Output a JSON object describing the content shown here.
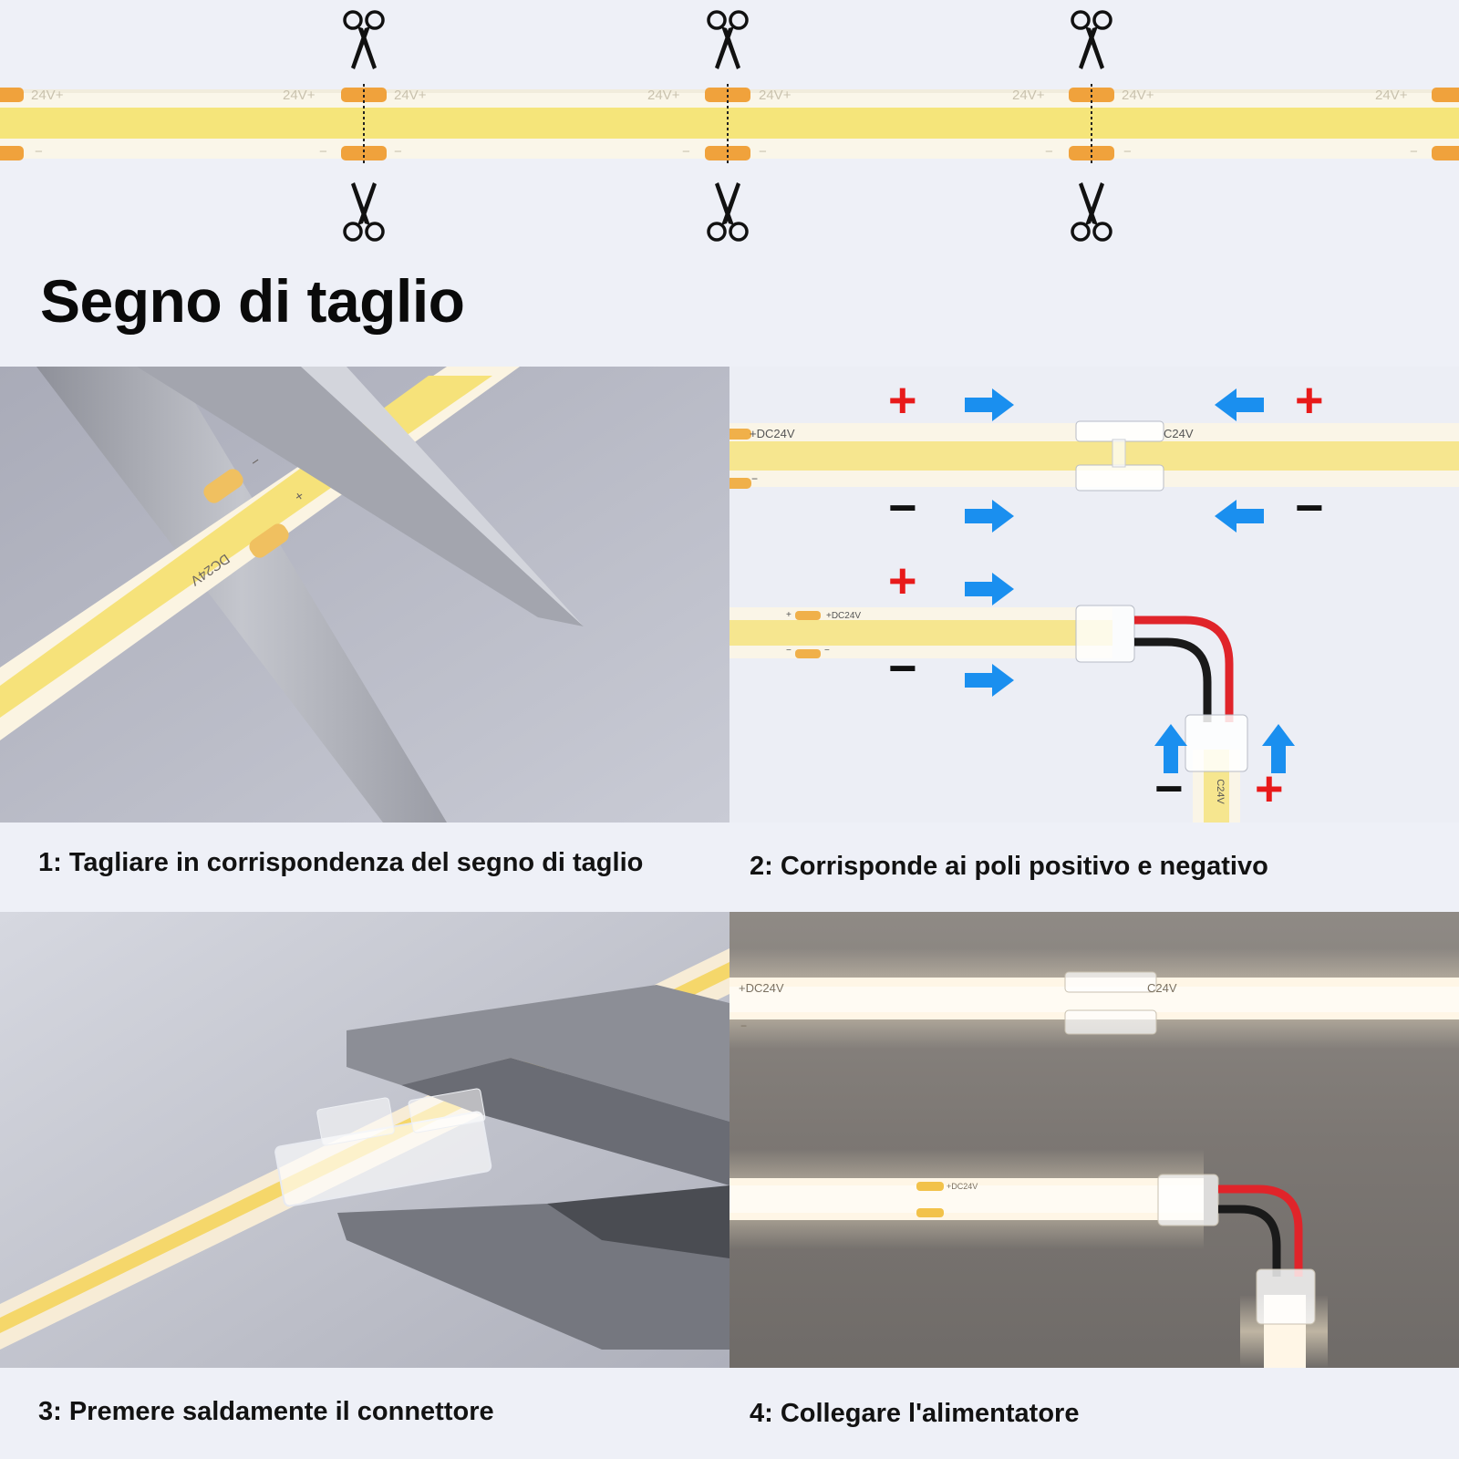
{
  "top_strip": {
    "positive_label": "24V+",
    "negative_label": "−"
  },
  "title": "Segno di taglio",
  "captions": {
    "step1": "1: Tagliare in corrispondenza del segno di taglio",
    "step2": "2: Corrisponde ai poli positivo e negativo",
    "step3": "3: Premere saldamente il connettore",
    "step4": "4: Collegare l'alimentatore"
  },
  "strip_print": {
    "dc_label": "+DC24V",
    "dc_label_short": "C24V",
    "dc_small": "+DC24V",
    "vertical_label": "DC24V",
    "plus_sign": "+",
    "minus_sign": "−"
  },
  "polarity": {
    "plus": "+",
    "minus": "−"
  },
  "colors": {
    "background": "#eef0f7",
    "strip_yellow": "#f5e57a",
    "copper_pad": "#f0a23c",
    "arrow_blue": "#1a8fef",
    "plus_red": "#e81a1a",
    "wire_red": "#e0242a",
    "wire_black": "#1a1a1a"
  },
  "icons": [
    "scissors-icon",
    "arrow-right-icon",
    "arrow-left-icon",
    "arrow-up-icon"
  ]
}
